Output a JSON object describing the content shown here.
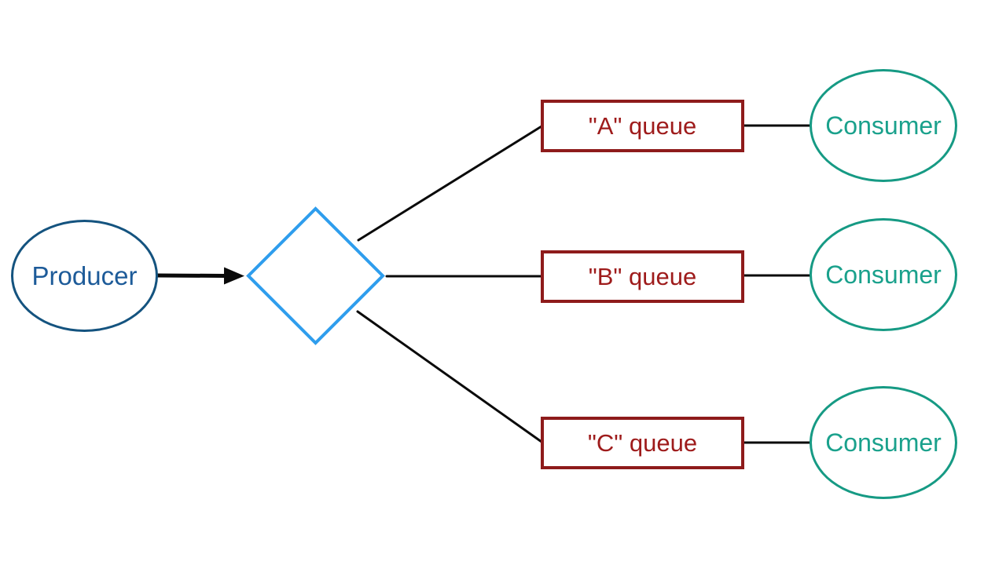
{
  "colors": {
    "background": "#ffffff",
    "connector": "#0a0a0a",
    "producer_border": "#14537f",
    "producer_text": "#1d5b99",
    "exchange_border": "#2e9ded",
    "queue_border": "#8e1b1b",
    "queue_text": "#9e1b1b",
    "consumer_border": "#169a84",
    "consumer_text": "#1aa18c"
  },
  "nodes": {
    "producer": {
      "label": "Producer",
      "shape": "ellipse"
    },
    "exchange": {
      "label": "",
      "shape": "diamond"
    },
    "queues": [
      {
        "label": "\"A\" queue",
        "shape": "rectangle"
      },
      {
        "label": "\"B\" queue",
        "shape": "rectangle"
      },
      {
        "label": "\"C\" queue",
        "shape": "rectangle"
      }
    ],
    "consumers": [
      {
        "label": "Consumer",
        "shape": "ellipse"
      },
      {
        "label": "Consumer",
        "shape": "ellipse"
      },
      {
        "label": "Consumer",
        "shape": "ellipse"
      }
    ]
  },
  "edges": [
    {
      "from": "producer",
      "to": "exchange",
      "style": "arrow"
    },
    {
      "from": "exchange",
      "to": "queue-a",
      "style": "line"
    },
    {
      "from": "exchange",
      "to": "queue-b",
      "style": "line"
    },
    {
      "from": "exchange",
      "to": "queue-c",
      "style": "line"
    },
    {
      "from": "queue-a",
      "to": "consumer-1",
      "style": "line"
    },
    {
      "from": "queue-b",
      "to": "consumer-2",
      "style": "line"
    },
    {
      "from": "queue-c",
      "to": "consumer-3",
      "style": "line"
    }
  ]
}
